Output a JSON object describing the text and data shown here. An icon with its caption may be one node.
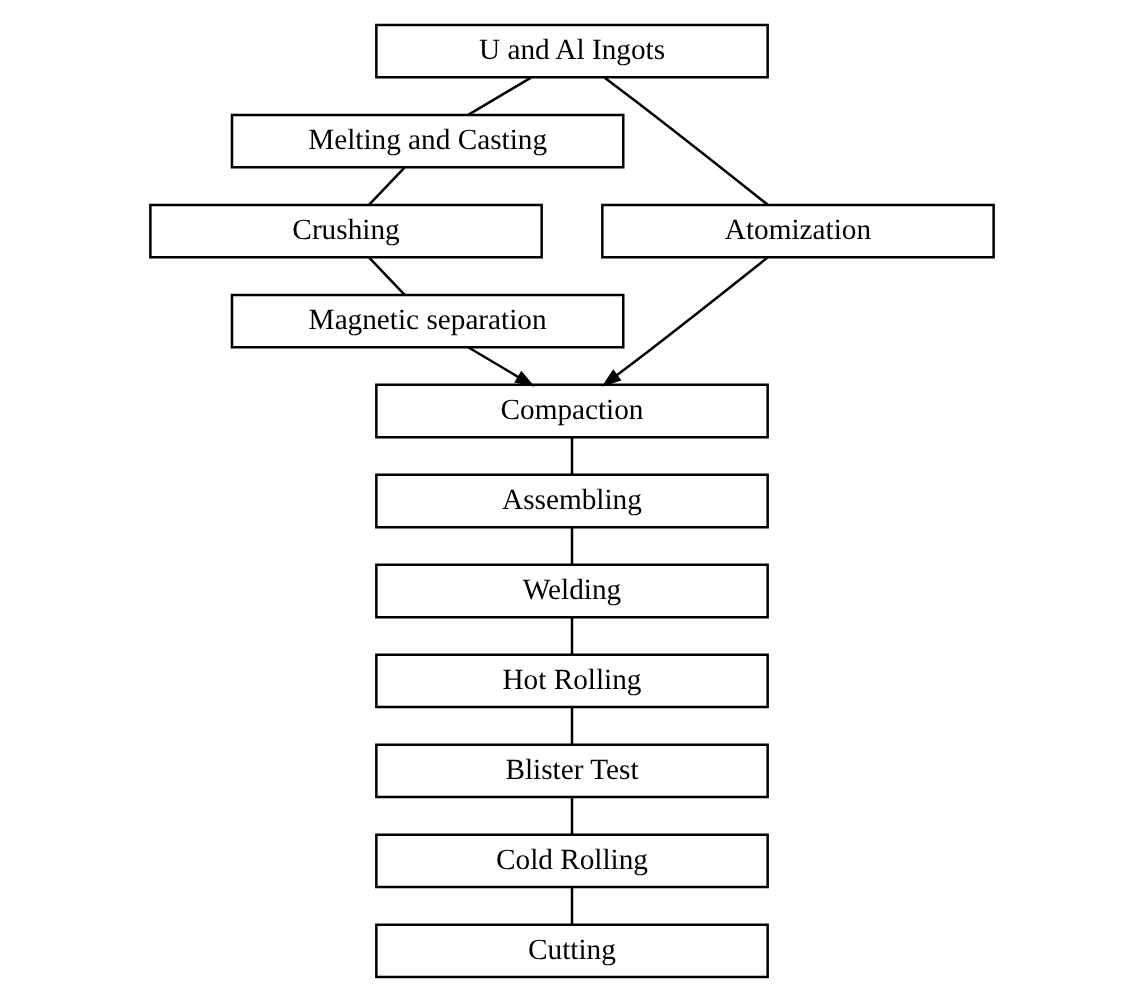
{
  "diagram": {
    "nodes": [
      {
        "text": [
          "U and Al Ingots"
        ]
      },
      {
        "text": [
          "Melting and Casting"
        ]
      },
      {
        "text": [
          "Crushing"
        ]
      },
      {
        "text": [
          "Magnetic separation"
        ]
      },
      {
        "text": [
          "Atomization"
        ]
      },
      {
        "text": [
          "Compaction"
        ]
      },
      {
        "text": [
          "Assembling"
        ]
      },
      {
        "text": [
          "Welding"
        ]
      },
      {
        "text": [
          "Hot Rolling"
        ]
      },
      {
        "text": [
          "Blister Test"
        ]
      },
      {
        "text": [
          "Cold Rolling"
        ]
      },
      {
        "text": [
          "Cutting"
        ]
      }
    ],
    "edges": [
      {
        "from": 0,
        "to": 1,
        "arrow": "none"
      },
      {
        "from": 1,
        "to": 2,
        "arrow": "none"
      },
      {
        "from": 2,
        "to": 3,
        "arrow": "none"
      },
      {
        "from": 3,
        "to": 5,
        "arrow": "to"
      },
      {
        "from": 0,
        "to": 4,
        "arrow": "none"
      },
      {
        "from": 4,
        "to": 5,
        "arrow": "to"
      },
      {
        "from": 5,
        "to": 6,
        "arrow": "none"
      },
      {
        "from": 6,
        "to": 7,
        "arrow": "none"
      },
      {
        "from": 7,
        "to": 8,
        "arrow": "none"
      },
      {
        "from": 8,
        "to": 9,
        "arrow": "none"
      },
      {
        "from": 9,
        "to": 10,
        "arrow": "none"
      },
      {
        "from": 10,
        "to": 11,
        "arrow": "none"
      }
    ]
  }
}
